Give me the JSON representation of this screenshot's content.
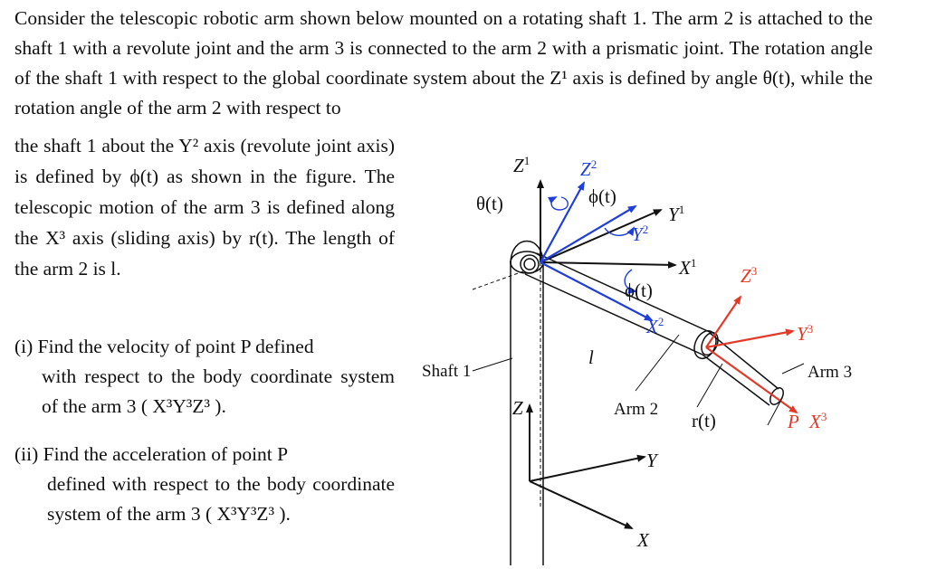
{
  "problem": {
    "intro": "Consider the telescopic robotic arm shown below mounted on a rotating shaft 1. The arm 2 is attached to the shaft 1 with a revolute joint and the arm 3 is connected to the arm 2 with a prismatic joint. The rotation angle of the shaft 1 with respect to the global coordinate system about the Z¹ axis is defined by angle θ(t), while the rotation angle of the arm 2 with respect to",
    "left_column": "the shaft 1 about the Y² axis (revolute joint axis) is defined by ϕ(t) as shown in the figure. The telescopic motion of the arm 3 is defined along the X³ axis (sliding axis) by r(t). The length of the arm 2 is l.",
    "q1_first": "(i) Find the velocity of point P defined",
    "q1_rest": "with respect to the body coordinate system of the arm 3 ( X³Y³Z³ ).",
    "q2_first": "(ii) Find the acceleration of point P",
    "q2_rest": "defined with respect to the body coordinate system of the arm 3 ( X³Y³Z³ )."
  },
  "figure": {
    "labels": {
      "z1": "Z¹",
      "z2": "Z²",
      "theta": "θ(t)",
      "phi_top": "ϕ(t)",
      "y1": "Y¹",
      "y2": "Y²",
      "x1": "X¹",
      "phi_mid": "ϕ(t)",
      "x2": "X²",
      "z3": "Z³",
      "y3": "Y³",
      "l": "l",
      "shaft1": "Shaft 1",
      "arm3": "Arm 3",
      "z": "Z",
      "arm2": "Arm 2",
      "r": "r(t)",
      "p": "P",
      "x3": "X³",
      "y": "Y",
      "x": "X"
    },
    "colors": {
      "blue": "#1f3fd8",
      "red": "#e23a28",
      "black": "#111111"
    }
  }
}
